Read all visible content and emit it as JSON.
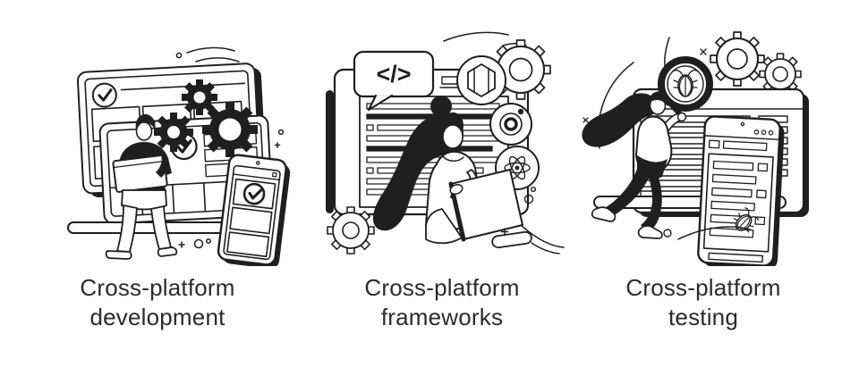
{
  "page": {
    "colors": {
      "background": "#ffffff",
      "ink": "#1f1f1f",
      "caption": "#2b2b2b"
    }
  },
  "panels": [
    {
      "id": "cross-platform-development",
      "title": "Cross-platform development",
      "title_lines": [
        "Cross-platform",
        "development"
      ],
      "icons": [
        "tablet-grid-screen",
        "app-screen",
        "checkmark-badge",
        "gear",
        "smartphone",
        "developer-with-laptop",
        "sparkle",
        "dots"
      ]
    },
    {
      "id": "cross-platform-frameworks",
      "title": "Cross-platform frameworks",
      "title_lines": [
        "Cross-platform",
        "frameworks"
      ],
      "code_symbol": "</>",
      "icons": [
        "code-speech-bubble",
        "browser-window",
        "code-lines",
        "hexagon-package",
        "gear",
        "orbit-target",
        "atom",
        "woman-with-laptop",
        "sparkle",
        "dots"
      ]
    },
    {
      "id": "cross-platform-testing",
      "title": "Cross-platform testing",
      "title_lines": [
        "Cross-platform",
        "testing"
      ],
      "icons": [
        "browser-window",
        "list-rows",
        "magnifier-with-bug",
        "bug",
        "gear",
        "smartphone",
        "woman-tester",
        "sparkle",
        "dots"
      ]
    }
  ]
}
